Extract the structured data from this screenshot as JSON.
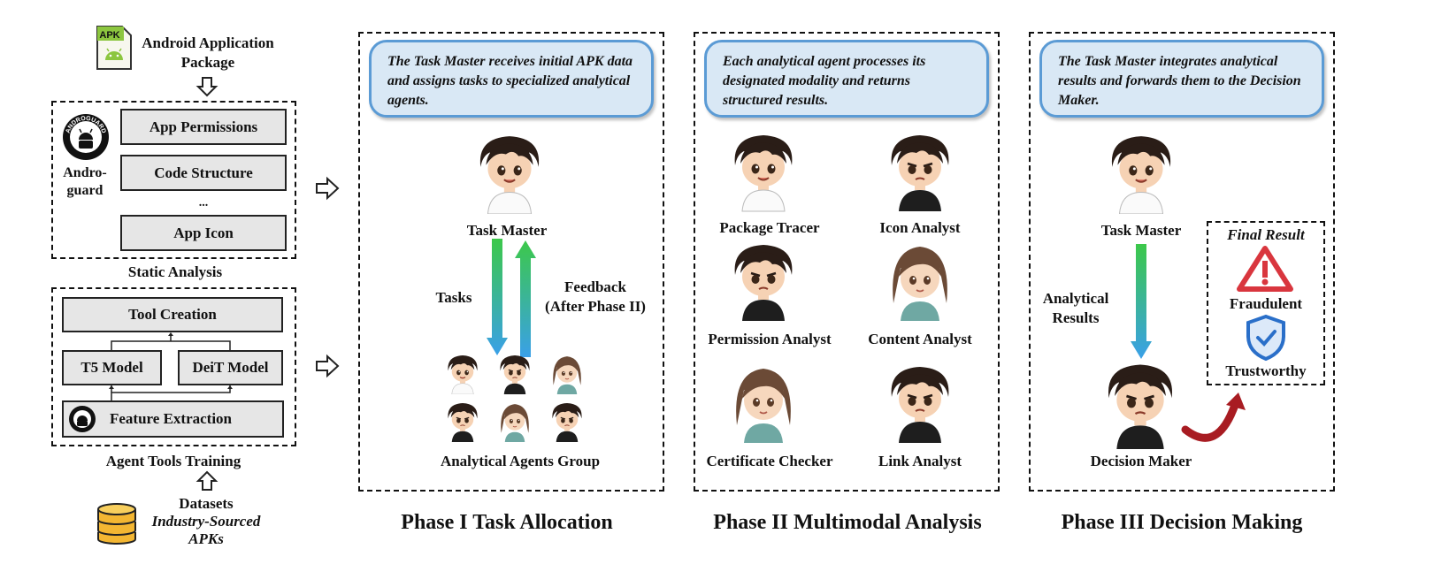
{
  "input": {
    "apk_icon_text": "APK",
    "title_line1": "Android Application",
    "title_line2": "Package"
  },
  "static_analysis": {
    "tool_line1": "Andro-",
    "tool_line2": "guard",
    "badge_text": "ANDROGUARD",
    "items": [
      "App Permissions",
      "Code Structure",
      "...",
      "App Icon"
    ],
    "caption": "Static Analysis"
  },
  "agent_tools": {
    "top": "Tool Creation",
    "left": "T5 Model",
    "right": "DeiT Model",
    "bottom": "Feature Extraction",
    "caption": "Agent Tools Training",
    "datasets_line1": "Datasets",
    "datasets_line2": "Industry-Sourced",
    "datasets_line3": "APKs"
  },
  "phase1": {
    "bubble": "The Task Master receives initial APK data and  assigns tasks to specialized analytical agents.",
    "task_master": "Task Master",
    "tasks": "Tasks",
    "feedback_line1": "Feedback",
    "feedback_line2": "(After Phase II)",
    "group": "Analytical Agents Group",
    "title": "Phase I Task Allocation"
  },
  "phase2": {
    "bubble": "Each analytical agent processes its designated modality and returns structured results.",
    "agents": [
      "Package Tracer",
      "Icon Analyst",
      "Permission Analyst",
      "Content Analyst",
      "Certificate Checker",
      "Link Analyst"
    ],
    "title": "Phase II Multimodal Analysis"
  },
  "phase3": {
    "bubble": "The Task Master integrates analytical results and forwards them to the Decision Maker.",
    "task_master": "Task Master",
    "results_line1": "Analytical",
    "results_line2": "Results",
    "decision_maker": "Decision Maker",
    "final_result": "Final Result",
    "fraudulent": "Fraudulent",
    "trustworthy": "Trustworthy",
    "title": "Phase III Decision Making"
  },
  "colors": {
    "bubble_fill": "#d9e8f5",
    "bubble_border": "#5b9bd5",
    "arrow_top": "#3cc84a",
    "arrow_bottom": "#3aa0e8",
    "box_fill": "#e6e6e6",
    "warning_red": "#d9363e",
    "shield_blue": "#2a6fc9"
  },
  "icons": [
    "apk-file-icon",
    "android-icon",
    "androguard-badge-icon",
    "database-icon",
    "hollow-arrow-icon",
    "warning-triangle-icon",
    "shield-check-icon",
    "curved-red-arrow-icon"
  ]
}
